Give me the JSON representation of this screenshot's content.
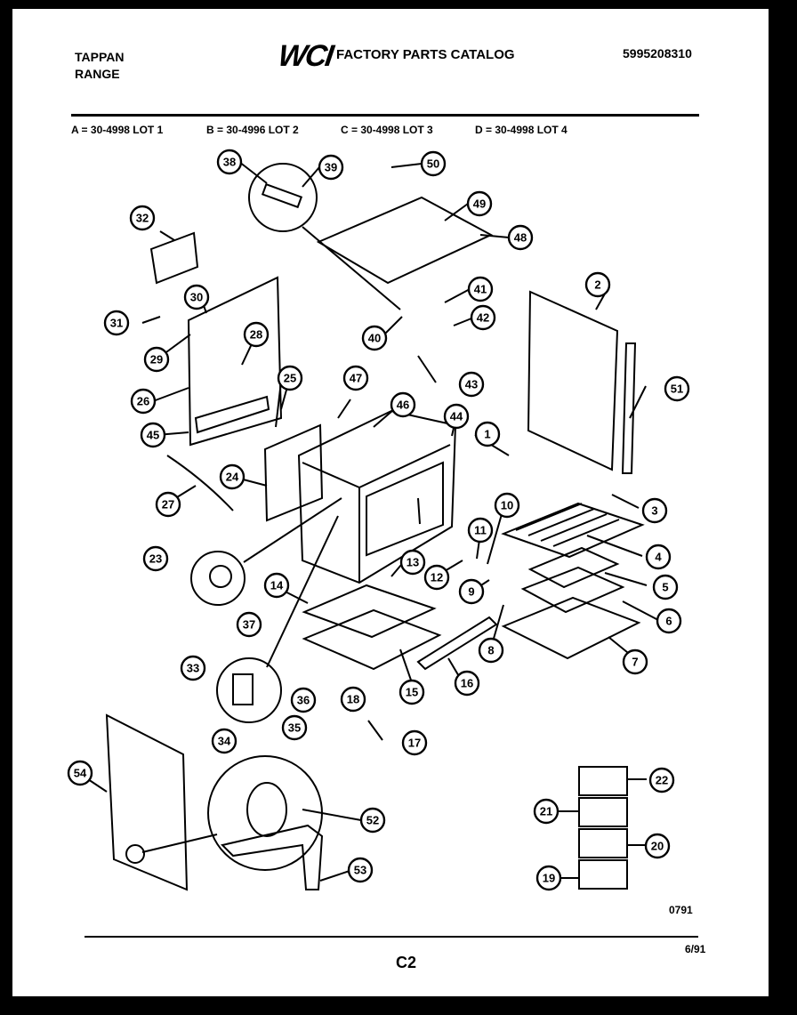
{
  "header": {
    "brand": "TAPPAN",
    "product": "RANGE",
    "logo": "WCI",
    "title": "FACTORY PARTS CATALOG",
    "catalog_number": "5995208310"
  },
  "lots": [
    "A = 30-4998 LOT 1",
    "B = 30-4996 LOT 2",
    "C = 30-4998 LOT 3",
    "D = 30-4998 LOT 4"
  ],
  "diagram": {
    "callouts": [
      "1",
      "2",
      "3",
      "4",
      "5",
      "6",
      "7",
      "8",
      "9",
      "10",
      "11",
      "12",
      "13",
      "14",
      "15",
      "16",
      "17",
      "18",
      "19",
      "20",
      "21",
      "22",
      "23",
      "24",
      "25",
      "26",
      "27",
      "28",
      "29",
      "30",
      "31",
      "32",
      "33",
      "34",
      "35",
      "36",
      "37",
      "38",
      "39",
      "40",
      "41",
      "42",
      "43",
      "44",
      "45",
      "46",
      "47",
      "48",
      "49",
      "50",
      "51",
      "52",
      "53",
      "54"
    ]
  },
  "footer": {
    "code": "0791",
    "page": "C2",
    "date": "6/91"
  }
}
